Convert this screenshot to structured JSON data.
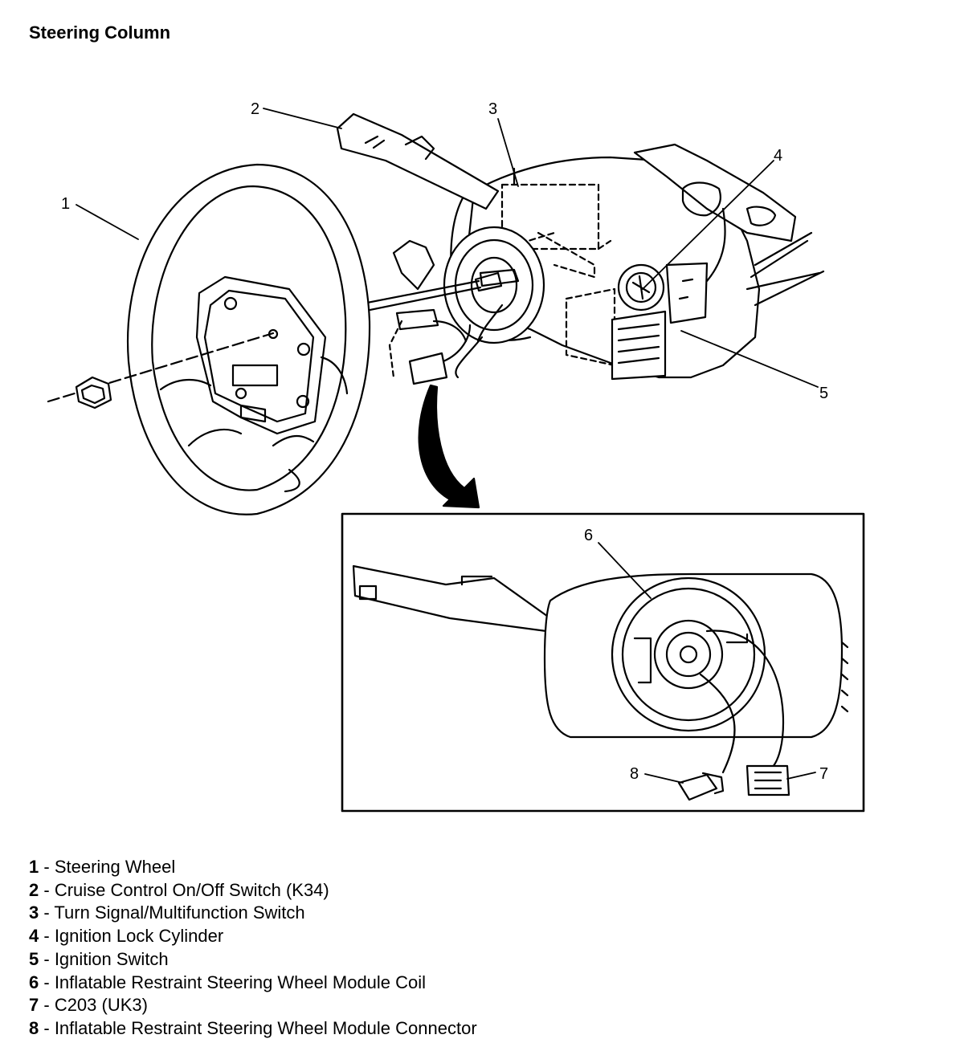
{
  "title": "Steering Column",
  "callouts": {
    "c1": "1",
    "c2": "2",
    "c3": "3",
    "c4": "4",
    "c5": "5",
    "c6": "6",
    "c7": "7",
    "c8": "8"
  },
  "legend": [
    {
      "num": "1",
      "sep": " - ",
      "label": "Steering Wheel"
    },
    {
      "num": "2",
      "sep": " - ",
      "label": "Cruise Control On/Off Switch (K34)"
    },
    {
      "num": "3",
      "sep": " - ",
      "label": "Turn Signal/Multifunction Switch"
    },
    {
      "num": "4",
      "sep": " - ",
      "label": "Ignition Lock Cylinder"
    },
    {
      "num": "5",
      "sep": " - ",
      "label": "Ignition Switch"
    },
    {
      "num": "6",
      "sep": " - ",
      "label": "Inflatable Restraint Steering Wheel Module Coil"
    },
    {
      "num": "7",
      "sep": " - ",
      "label": "C203 (UK3)"
    },
    {
      "num": "8",
      "sep": " - ",
      "label": "Inflatable Restraint Steering Wheel Module Connector"
    }
  ]
}
